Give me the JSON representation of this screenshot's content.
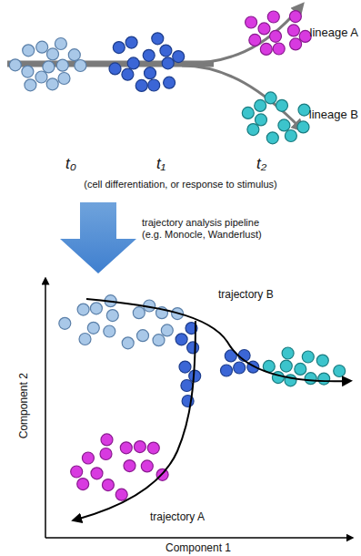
{
  "diagram": {
    "labels": [
      "lineage A",
      "lineage B",
      "t₀",
      "t₁",
      "t₂",
      "(cell differentiation, or response to stimulus)",
      "trajectory analysis pipeline (e.g. Monocle, Wanderlust)",
      "trajectory B",
      "trajectory A",
      "Component 2",
      "Component 1"
    ]
  }
}
